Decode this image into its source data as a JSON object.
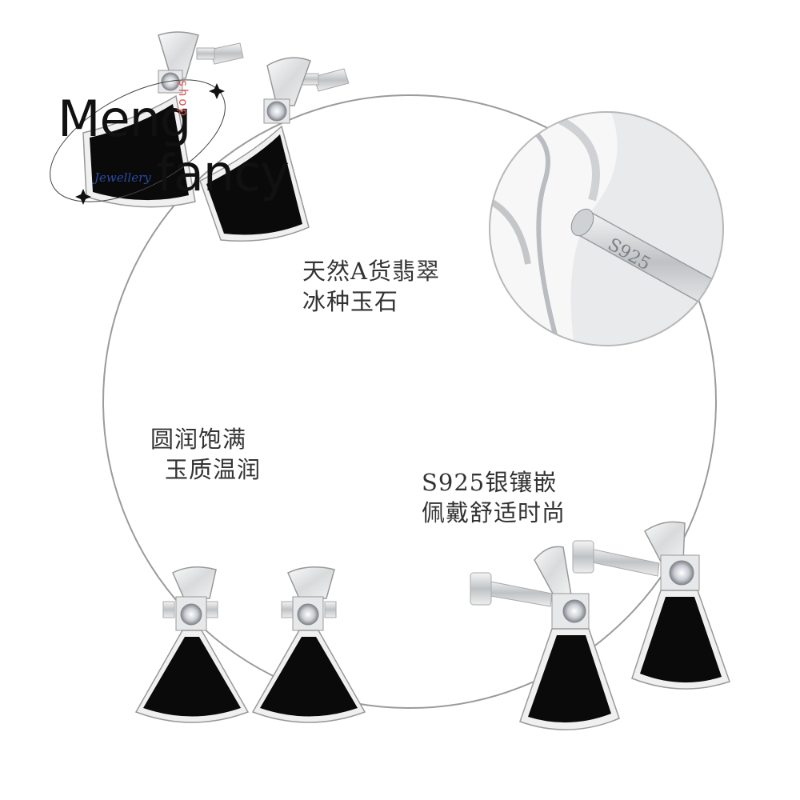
{
  "logo": {
    "word1": "Meng",
    "word2": "fancy",
    "shop": "shop",
    "jewellery": "Jewellery"
  },
  "captions": {
    "jade_line1": "天然A货翡翠",
    "jade_line2": "冰种玉石",
    "round_line1": "圆润饱满",
    "round_line2": "玉质温润",
    "silver_line1": "S925银镶嵌",
    "silver_line2": "佩戴舒适时尚"
  },
  "zoom": {
    "stamp": "S925"
  },
  "colors": {
    "gem": "#0a0a0a",
    "silver": "#e4e6e8",
    "outline": "#9a9da1",
    "circle": "#9b9b9b"
  }
}
